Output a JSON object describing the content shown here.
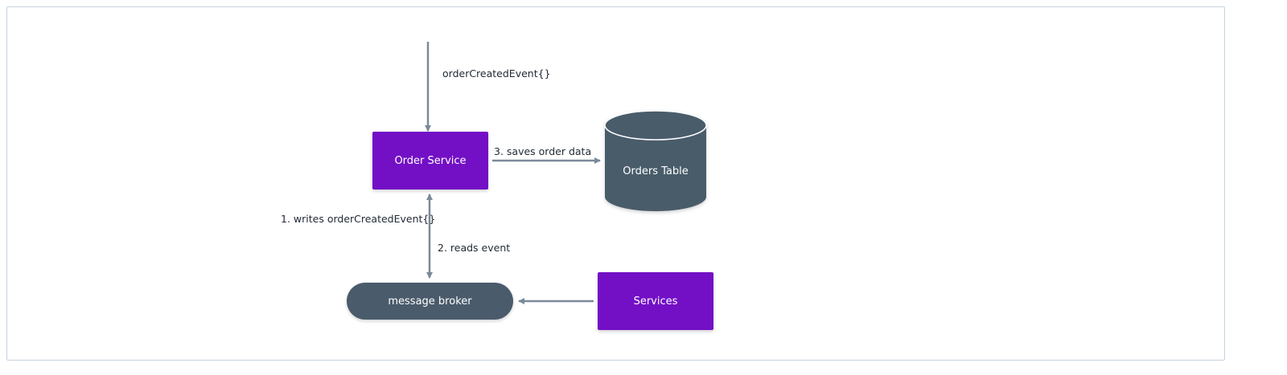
{
  "nodes": {
    "order_service": "Order Service",
    "orders_table": "Orders Table",
    "message_broker": "message broker",
    "services": "Services"
  },
  "edges": {
    "incoming_event": "orderCreatedEvent{}",
    "step1": "1.  writes orderCreatedEvent{}",
    "step2": "2.  reads event",
    "step3": "3.  saves order data"
  },
  "colors": {
    "service_box": "#7310c6",
    "storage": "#4a5b6b",
    "arrow": "#7b8a98",
    "frame_border": "#c5d3df",
    "text": "#222b36"
  }
}
